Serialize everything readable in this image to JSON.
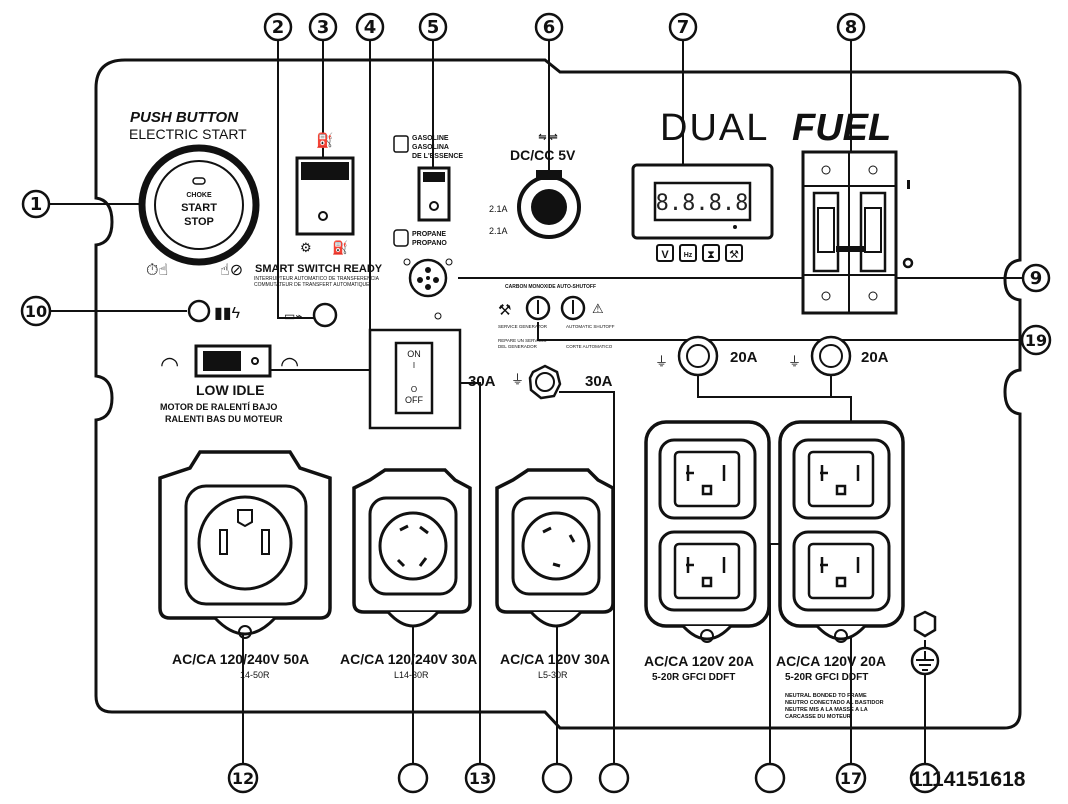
{
  "brand": {
    "dual": "DUAL",
    "fuel": "FUEL"
  },
  "start": {
    "title": "PUSH BUTTON",
    "subtitle": "ELECTRIC START",
    "button_choke": "CHOKE",
    "button_start": "START",
    "button_stop": "STOP"
  },
  "smart_switch": {
    "title": "SMART SWITCH READY",
    "line1": "INTERRUPTEUR AUTOMATICO DE TRANSFERENCIA",
    "line2": "COMMUTATEUR DE TRANSFERT AUTOMATIQUE"
  },
  "fuel_select": {
    "gasoline": "GASOLINE",
    "gasolina": "GASOLINA",
    "essence": "DE L'ESSENCE",
    "propane": "PROPANE",
    "propano": "PROPANO"
  },
  "dc": {
    "label": "DC/CC 5V",
    "usb1": "2.1A",
    "usb2": "2.1A"
  },
  "meter": {
    "display": "8.8.8.8",
    "btn_v": "V",
    "btn_hz": "Hz"
  },
  "co_sensor": {
    "header": "CARBON MONOXIDE AUTO-SHUTOFF",
    "left1": "SERVICE GENERATOR",
    "left2": "REPARE UN SERVICIO",
    "left3": "DEL GENERADOR",
    "right1": "AUTOMATIC SHUTOFF",
    "right2": "CORTE AUTOMATICO"
  },
  "low_idle": {
    "title": "LOW IDLE",
    "line1": "MOTOR DE RALENTÍ BAJO",
    "line2": "RALENTI BAS DU MOTEUR"
  },
  "switch_labels": {
    "on": "ON",
    "one": "I",
    "off": "OFF",
    "zero": "O"
  },
  "breakers": {
    "b30": "30A",
    "b30b": "30A",
    "b20a": "20A",
    "b20b": "20A"
  },
  "outlets": {
    "o50_line1": "AC/CA 120/240V 50A",
    "o50_line2": "14-50R",
    "l1430_line1": "AC/CA 120/240V 30A",
    "l1430_line2": "L14-30R",
    "l530_line1": "AC/CA 120V 30A",
    "l530_line2": "L5-30R",
    "gfci1_line1": "AC/CA 120V 20A",
    "gfci1_line2": "5-20R GFCI DDFT",
    "gfci2_line1": "AC/CA 120V 20A",
    "gfci2_line2": "5-20R GFCI DDFT"
  },
  "neutral": {
    "line1": "NEUTRAL BONDED TO FRAME",
    "line2": "NEUTRO CONECTADO AL BASTIDOR",
    "line3": "NEUTRE MIS A LA MASSE A LA",
    "line4": "CARCASSE DU MOTEUR"
  },
  "callouts": {
    "c1": "1",
    "c2": "2",
    "c3": "3",
    "c4": "4",
    "c5": "5",
    "c6": "6",
    "c7": "7",
    "c8": "8",
    "c9": "9",
    "c10": "10",
    "c12": "12",
    "c13": "13",
    "c17": "17",
    "c19": "19"
  },
  "bottom_label": "1114151618"
}
